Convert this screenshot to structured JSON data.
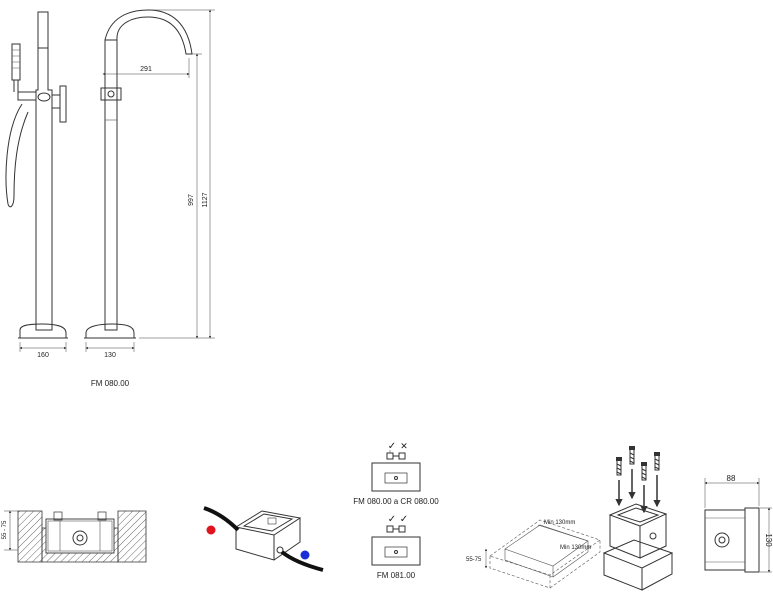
{
  "faucet": {
    "dimensions": {
      "spout_reach": "291",
      "height_inner": "997",
      "height_total": "1127",
      "base_width_side": "160",
      "base_width_front": "130"
    },
    "model_label": "FM 080.00"
  },
  "install": {
    "embed_depth": "55 - 75",
    "hot_color": "#e0141e",
    "cold_color": "#1a2fd6",
    "option_a": {
      "check": "✓",
      "cross": "✕",
      "label": "FM 080.00 a CR 080.00"
    },
    "option_b": {
      "check": "✓",
      "check2": "✓",
      "label": "FM 081.00"
    },
    "floor": {
      "min_width": "Min 130mm",
      "min_length": "Min 130mm",
      "depth": "55-75"
    },
    "box": {
      "width": "88",
      "height": "130"
    }
  }
}
